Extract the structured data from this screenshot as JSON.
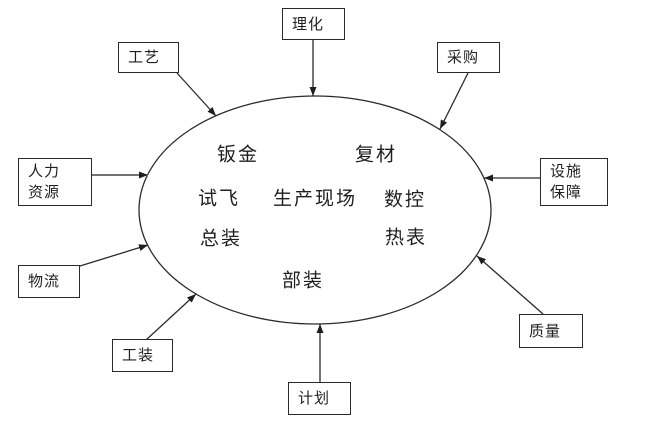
{
  "colors": {
    "background": "#ffffff",
    "line": "#2b2b2b",
    "arrowhead": "#1f1f1f",
    "human_resources_arrow": "#737373",
    "text": "#1f1f1f",
    "box_border": "#2a2a2a",
    "box_fill": "#ffffff"
  },
  "ellipse": {
    "labels": {
      "sheet_metal": "钣金",
      "composites": "复材",
      "flight_test": "试飞",
      "production_site": "生产现场",
      "cnc": "数控",
      "final_assembly": "总装",
      "heat_surface_treatment": "热表",
      "sub_assembly": "部装"
    }
  },
  "boxes": {
    "physicochemical": {
      "label": "理化"
    },
    "process": {
      "label": "工艺"
    },
    "procurement": {
      "label": "采购"
    },
    "human_resources": {
      "line1": "人力",
      "line2": "资源"
    },
    "facility_support": {
      "line1": "设施",
      "line2": "保障"
    },
    "logistics": {
      "label": "物流"
    },
    "tooling": {
      "label": "工装"
    },
    "planning": {
      "label": "计划"
    },
    "quality": {
      "label": "质量"
    }
  }
}
